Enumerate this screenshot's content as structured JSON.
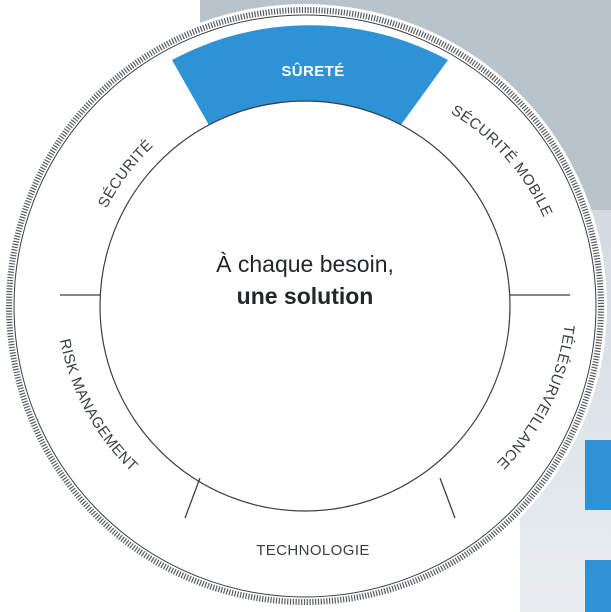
{
  "wheel": {
    "center_line1": "À chaque besoin,",
    "center_line2": "une solution",
    "segments": [
      {
        "label": "SÛRETÉ",
        "active": true
      },
      {
        "label": "SÉCURITÉ MOBILE",
        "active": false
      },
      {
        "label": "TÉLÉSURVEILLANCE",
        "active": false
      },
      {
        "label": "TECHNOLOGIE",
        "active": false
      },
      {
        "label": "RISK MANAGEMENT",
        "active": false
      },
      {
        "label": "SÉCURITÉ",
        "active": false
      }
    ]
  },
  "colors": {
    "accent": "#2e93d6",
    "ring_stroke": "#3a3f44",
    "text": "#23262a"
  }
}
